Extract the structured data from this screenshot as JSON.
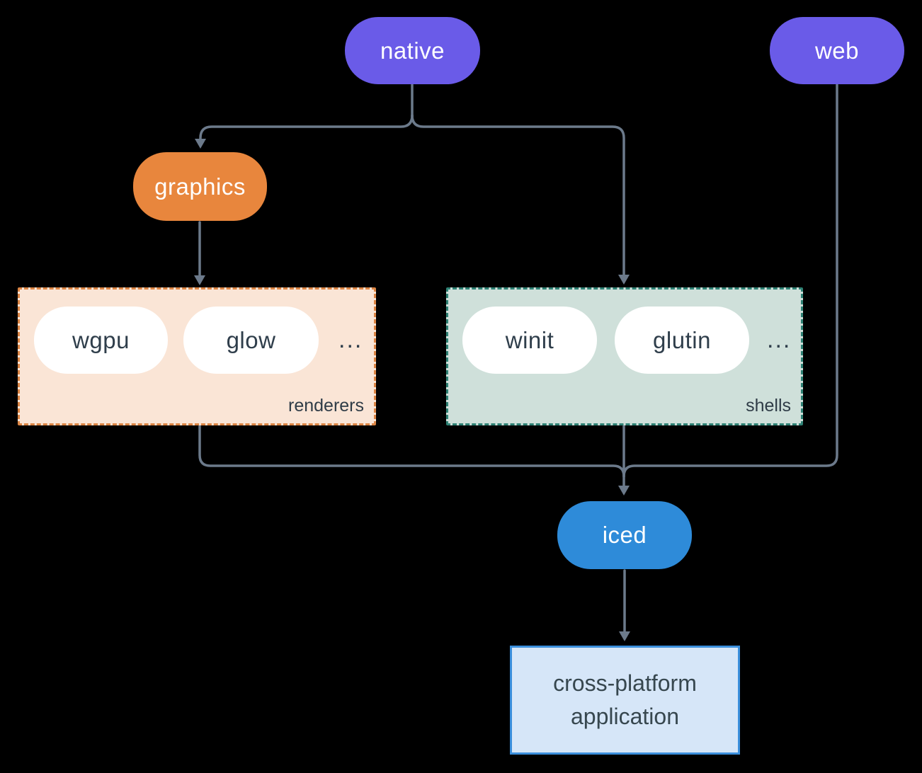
{
  "diagram": {
    "nodes": {
      "native": {
        "label": "native"
      },
      "web": {
        "label": "web"
      },
      "graphics": {
        "label": "graphics"
      },
      "iced": {
        "label": "iced"
      },
      "app": {
        "line1": "cross-platform",
        "line2": "application"
      }
    },
    "groups": {
      "renderers": {
        "label": "renderers",
        "items": [
          "wgpu",
          "glow"
        ],
        "more": "..."
      },
      "shells": {
        "label": "shells",
        "items": [
          "winit",
          "glutin"
        ],
        "more": "..."
      }
    },
    "colors": {
      "background": "#000000",
      "node_purple": "#6A5BE8",
      "node_orange": "#E8863D",
      "node_blue": "#2E8BD9",
      "node_white": "#FFFFFF",
      "renderers_fill": "#FAE5D6",
      "renderers_border": "#DC8544",
      "shells_fill": "#CFE0DA",
      "shells_border": "#2E8174",
      "app_fill": "#D6E6F8",
      "app_border": "#3B8FDC",
      "wire": "#6C7A8B",
      "dark_text": "#2F3E4B"
    }
  }
}
